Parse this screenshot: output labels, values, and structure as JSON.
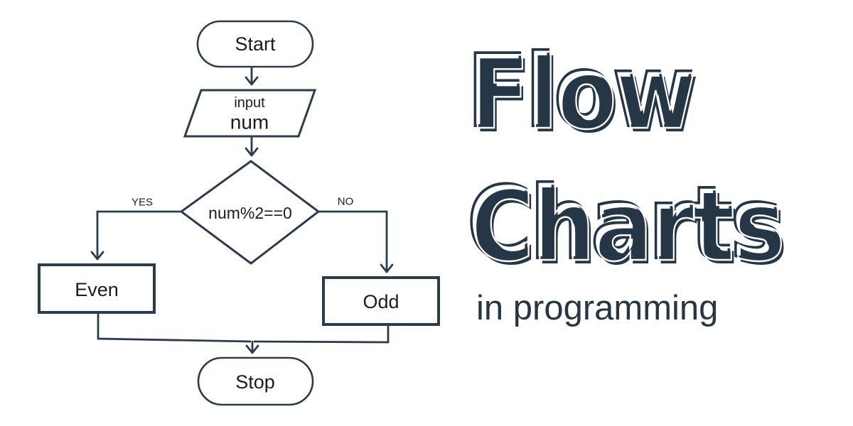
{
  "title": {
    "line1": "Flow",
    "line2": "Charts",
    "subtitle": "in programming"
  },
  "colors": {
    "background": "#ffffff",
    "title_navy": "#253647",
    "flowchart_stroke": "#2c3c4f",
    "node_text": "#1c1c1c",
    "node_fill": "#ffffff"
  },
  "flowchart": {
    "nodes": [
      {
        "id": "start",
        "type": "terminator",
        "label": "Start"
      },
      {
        "id": "input",
        "type": "input-output",
        "label_line1": "input",
        "label_line2": "num"
      },
      {
        "id": "decision",
        "type": "decision",
        "label": "num%2==0"
      },
      {
        "id": "even",
        "type": "process",
        "label": "Even"
      },
      {
        "id": "odd",
        "type": "process",
        "label": "Odd"
      },
      {
        "id": "stop",
        "type": "terminator",
        "label": "Stop"
      }
    ],
    "edges": [
      {
        "from": "start",
        "to": "input",
        "label": ""
      },
      {
        "from": "input",
        "to": "decision",
        "label": ""
      },
      {
        "from": "decision",
        "to": "even",
        "label": "YES"
      },
      {
        "from": "decision",
        "to": "odd",
        "label": "NO"
      },
      {
        "from": "even",
        "to": "stop",
        "label": ""
      },
      {
        "from": "odd",
        "to": "stop",
        "label": ""
      }
    ]
  }
}
